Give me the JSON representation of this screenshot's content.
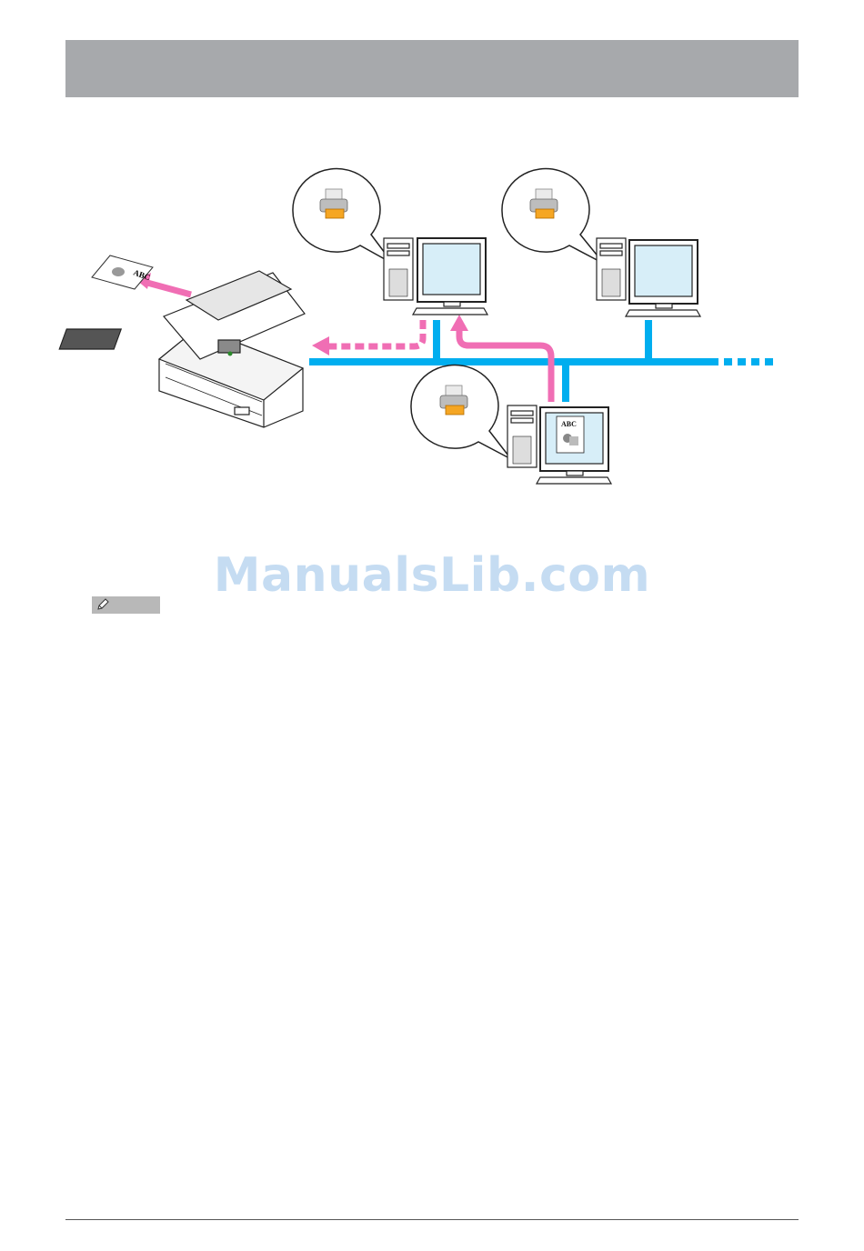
{
  "diagram": {
    "document_label": "ABC",
    "monitor_doc_label": "ABC"
  },
  "watermark": {
    "text": "ManualsLib.com"
  },
  "colors": {
    "network_line": "#00aeef",
    "print_path": "#f06eb4",
    "header_band": "#a7a9ac"
  },
  "icons": {
    "note": "pencil-note-icon",
    "printer": "printer-icon",
    "computer": "computer-icon",
    "mfp": "multifunction-printer-icon"
  }
}
